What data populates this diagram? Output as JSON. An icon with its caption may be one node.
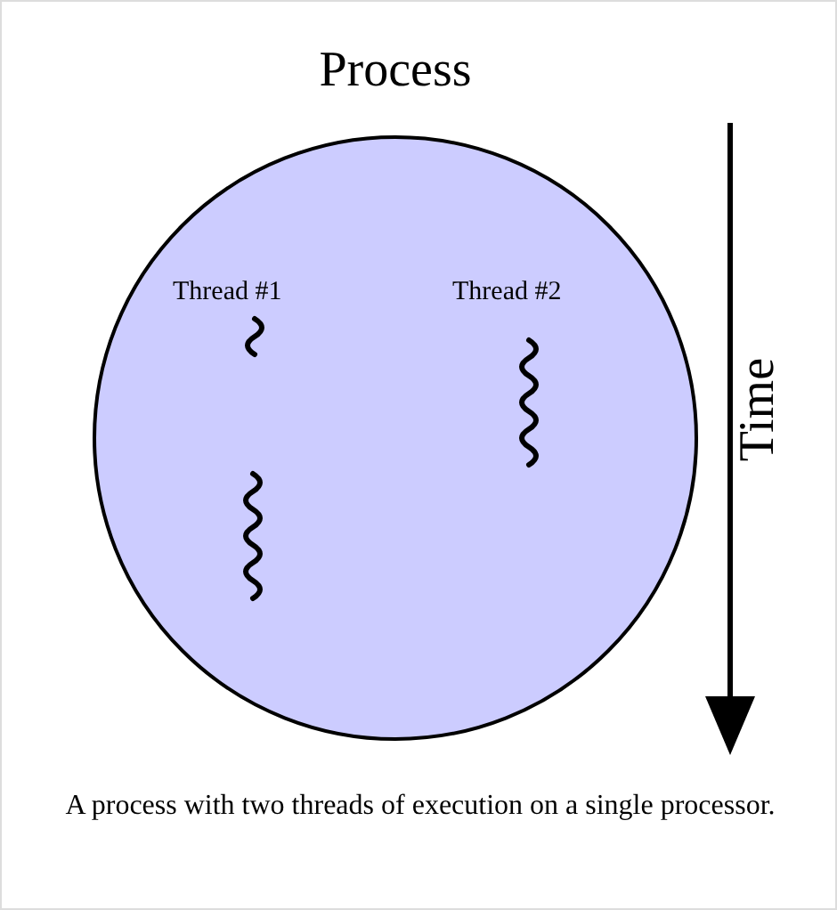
{
  "diagram": {
    "caption": "A process with two threads of execution on a single processor.",
    "nodes": [
      {
        "text": [
          "Process"
        ]
      }
    ],
    "labels": [
      "Thread #1",
      "Thread #2",
      "Time"
    ]
  }
}
